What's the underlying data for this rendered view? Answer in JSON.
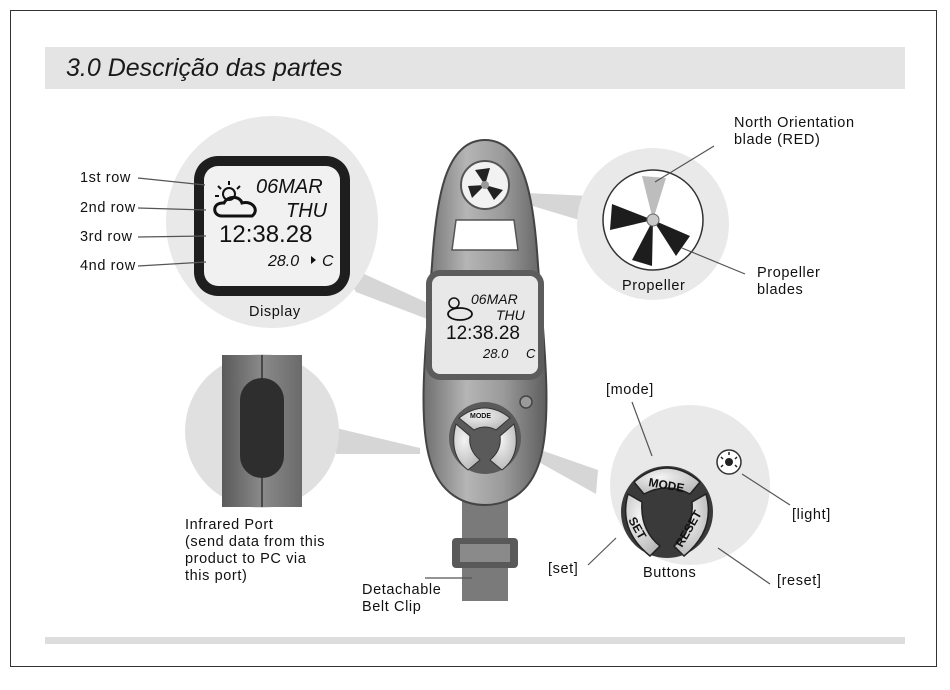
{
  "title": "3.0   Descrição das partes",
  "labels": {
    "row1": "1st row",
    "row2": "2nd row",
    "row3": "3rd row",
    "row4": "4nd row",
    "display": "Display",
    "north_blade": [
      "North Orientation",
      "blade (RED)"
    ],
    "propeller": "Propeller",
    "propeller_blades": [
      "Propeller",
      "blades"
    ],
    "infrared_port": [
      "Infrared Port",
      "(send data from this",
      "product to PC via",
      "this port)"
    ],
    "belt_clip": [
      "Detachable",
      "Belt Clip"
    ],
    "mode": "[mode]",
    "light": "[light]",
    "set": "[set]",
    "buttons": "Buttons",
    "reset": "[reset]"
  },
  "display": {
    "date": "06MAR",
    "weekday": "THU",
    "time": "12:38.28",
    "temperature": "28.0",
    "unit": "C"
  },
  "buttons": {
    "mode": "MODE",
    "set": "SET",
    "reset": "RESET"
  },
  "colors": {
    "header_bar": "#e4e4e4",
    "device_body": "#8c8c8c",
    "lcd_background": "#e8e8e8"
  }
}
